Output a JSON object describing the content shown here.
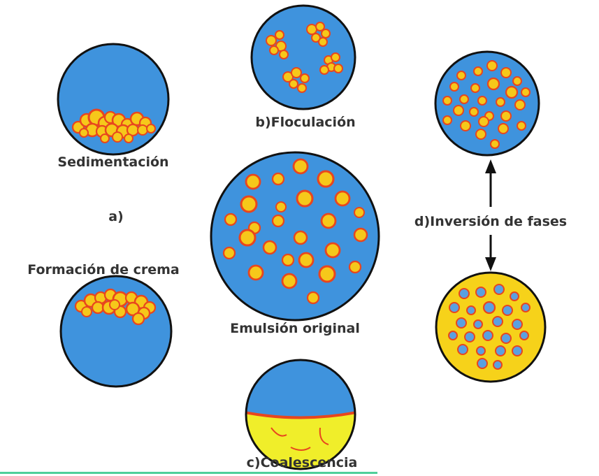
{
  "labels": {
    "sedimentation": "Sedimentación",
    "a": "a)",
    "creaming": "Formación de crema",
    "flocculation": "b)Floculación",
    "original": "Emulsión original",
    "coalescence": "c)Coalescencia",
    "inversion": "d)Inversión de fases"
  },
  "colors": {
    "continuous_phase": "#3f93dd",
    "droplet_fill": "#f6c81a",
    "droplet_rim": "#e8461e",
    "inverted_phase": "#f6d21a",
    "inverted_droplet": "#5aa0e0",
    "outline": "#111111",
    "text": "#333333"
  }
}
